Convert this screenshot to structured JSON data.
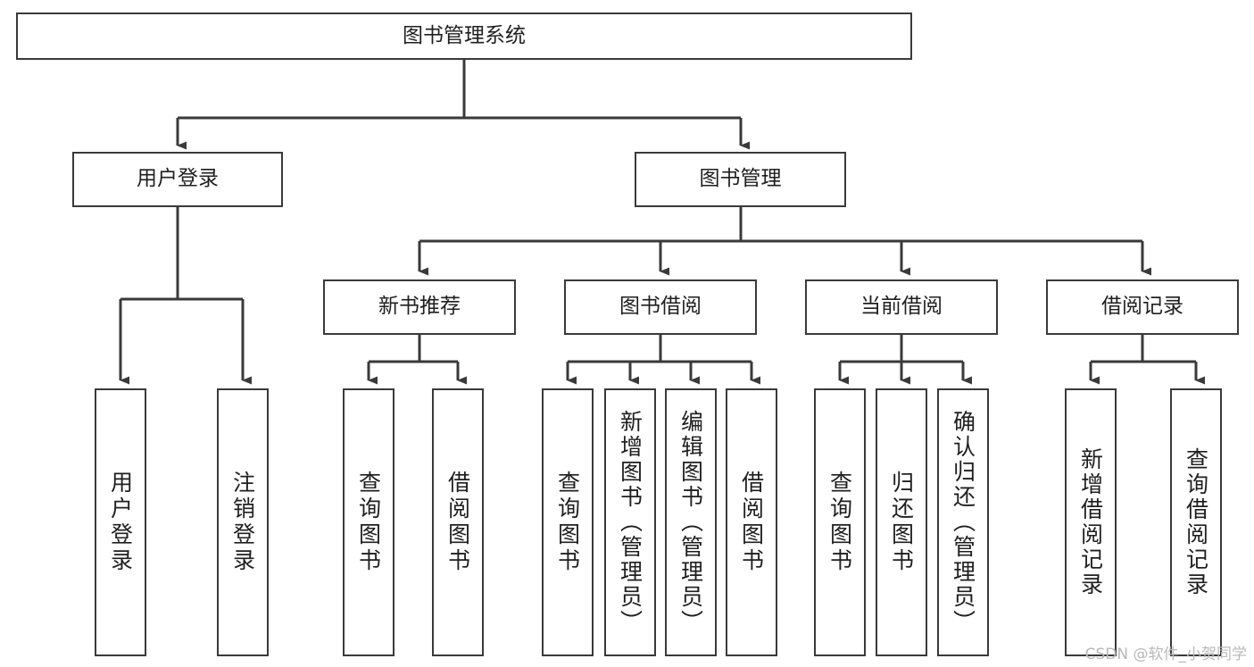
{
  "diagram": {
    "type": "tree-hierarchy",
    "title": "图书管理系统",
    "orientation": "top-down",
    "colors": {
      "box_border": "#3a3a3a",
      "box_fill": "#ffffff",
      "connector": "#3a3a3a",
      "text": "#1f1f1f",
      "watermark": "#b9b9b9"
    },
    "root": {
      "label": "图书管理系统"
    },
    "level2": [
      {
        "label": "用户登录"
      },
      {
        "label": "图书管理"
      }
    ],
    "level3": [
      {
        "label": "新书推荐"
      },
      {
        "label": "图书借阅"
      },
      {
        "label": "当前借阅"
      },
      {
        "label": "借阅记录"
      }
    ],
    "leaves": {
      "user_login": [
        {
          "label": "用户登录"
        },
        {
          "label": "注销登录"
        }
      ],
      "new_book_recommend": [
        {
          "label": "查询图书"
        },
        {
          "label": "借阅图书"
        }
      ],
      "book_borrow": [
        {
          "label": "查询图书"
        },
        {
          "label": "新增图书（管理员）"
        },
        {
          "label": "编辑图书（管理员）"
        },
        {
          "label": "借阅图书"
        }
      ],
      "current_borrow": [
        {
          "label": "查询图书"
        },
        {
          "label": "归还图书"
        },
        {
          "label": "确认归还（管理员）"
        }
      ],
      "borrow_record": [
        {
          "label": "新增借阅记录"
        },
        {
          "label": "查询借阅记录"
        }
      ]
    },
    "watermark": "CSDN @软件_小贺同学"
  }
}
